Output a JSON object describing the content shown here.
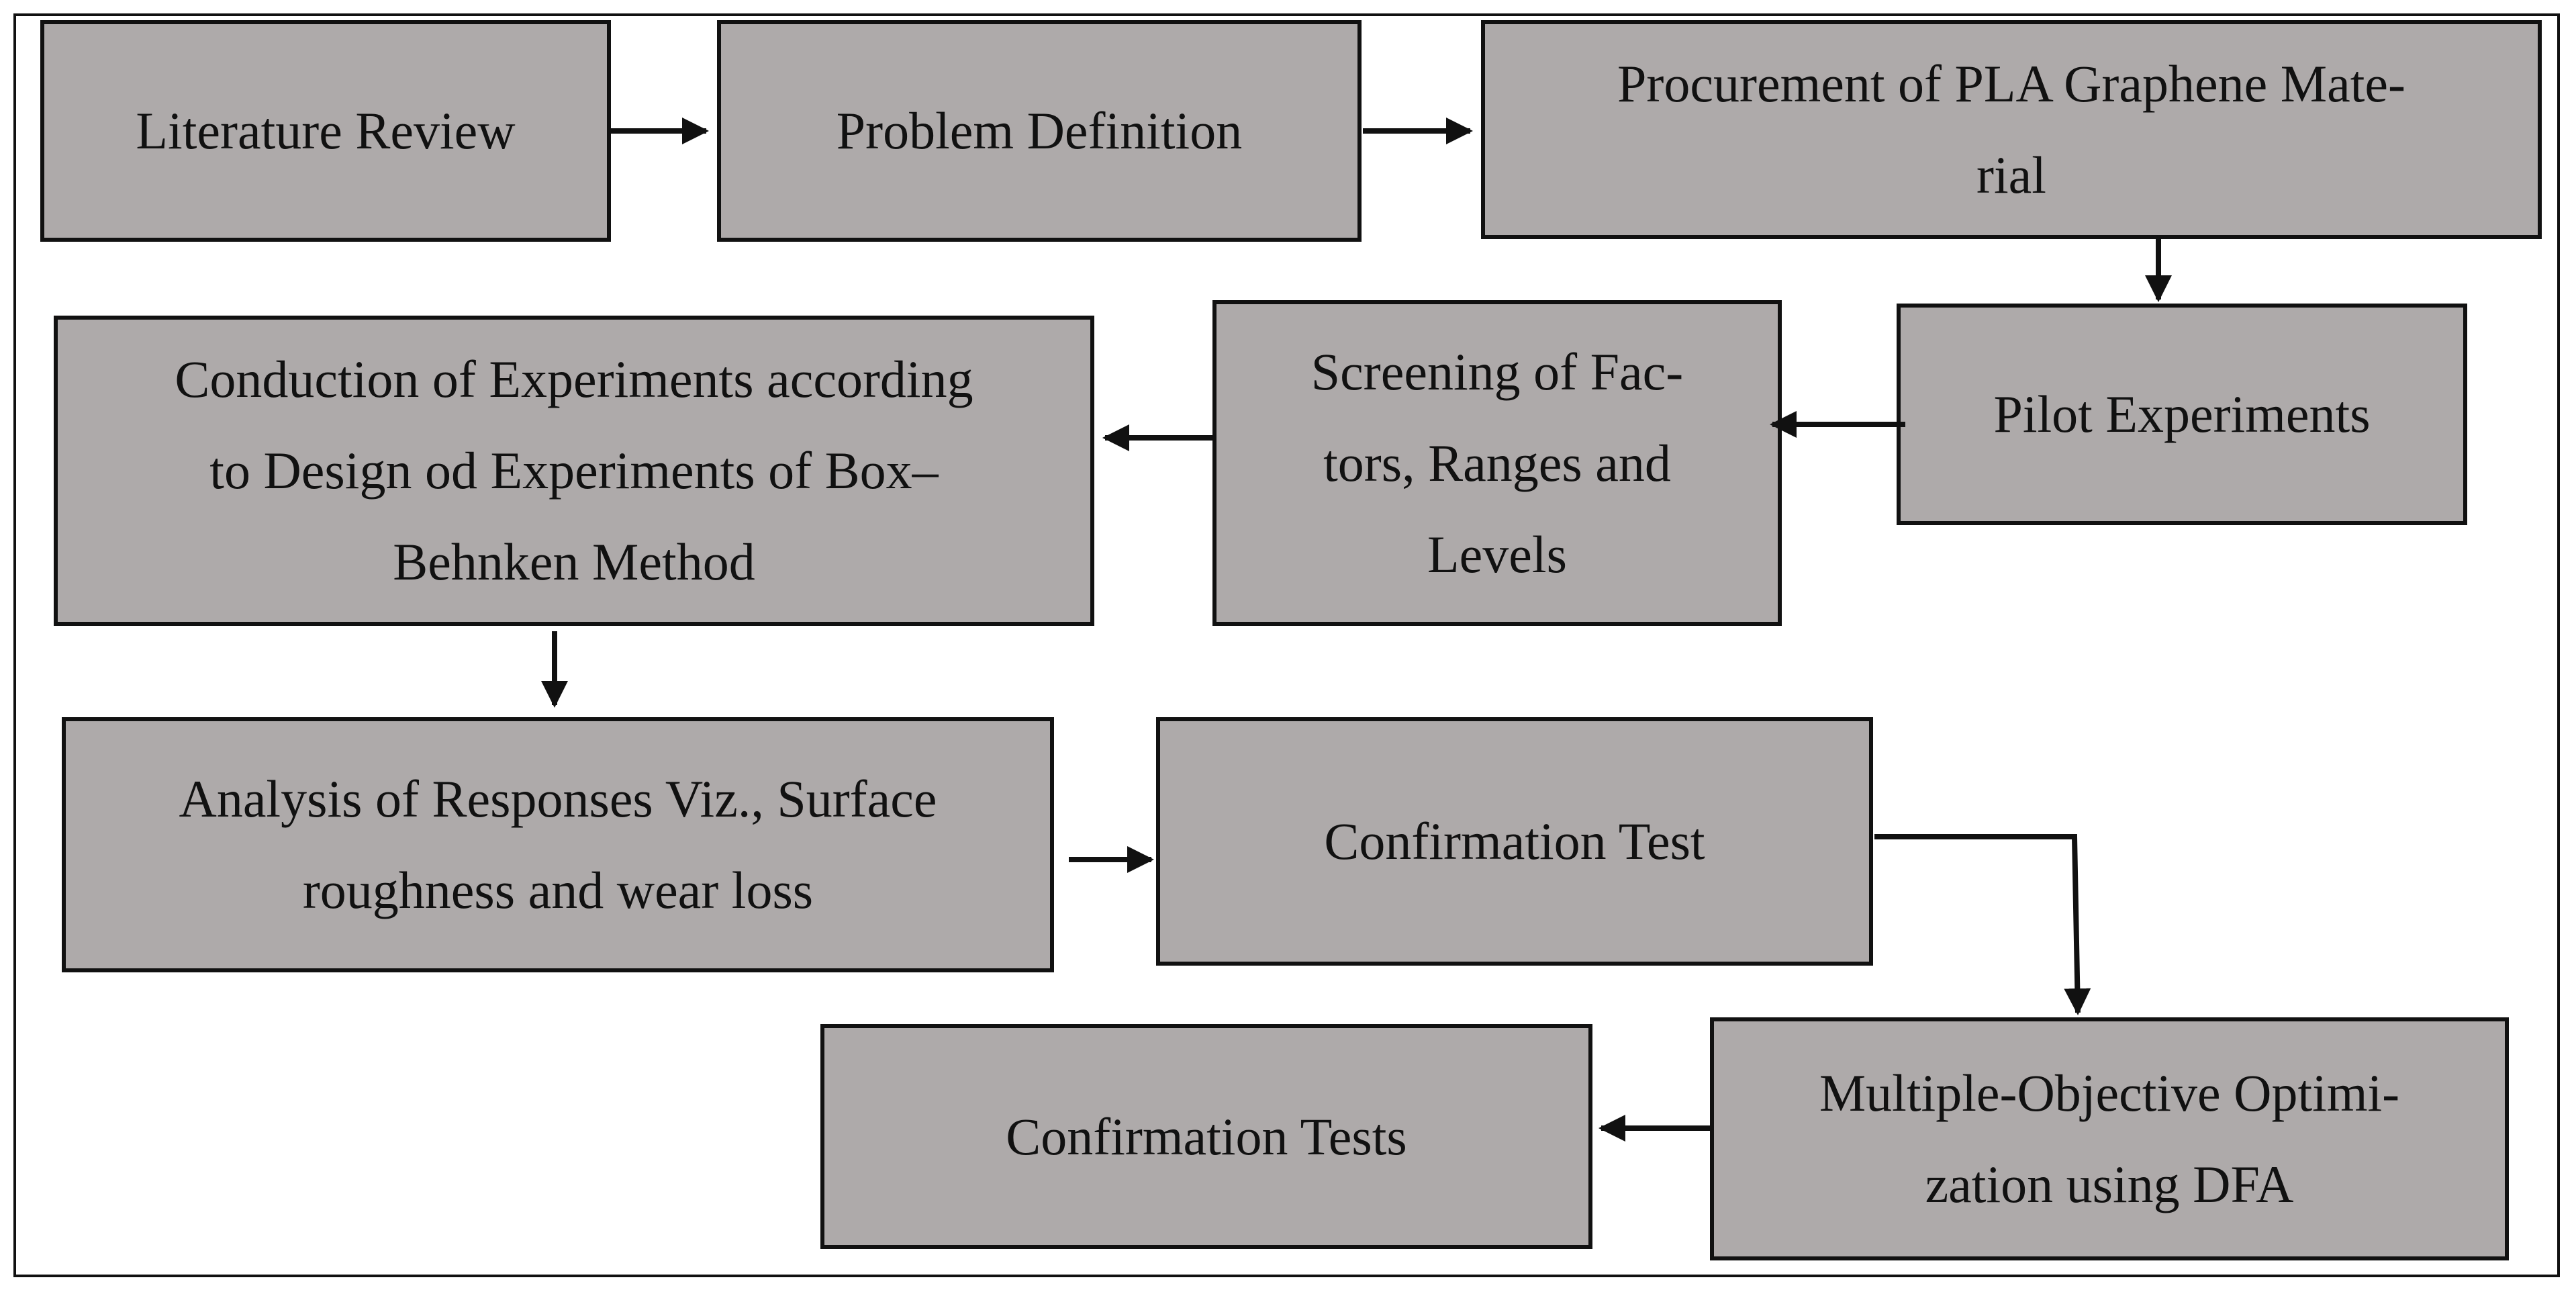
{
  "steps": [
    {
      "id": "literature-review",
      "lines": [
        "Literature Review"
      ]
    },
    {
      "id": "problem-definition",
      "lines": [
        "Problem Definition"
      ]
    },
    {
      "id": "procurement",
      "lines": [
        "Procurement of PLA Graphene Mate-",
        "rial"
      ]
    },
    {
      "id": "pilot-experiments",
      "lines": [
        "Pilot Experiments"
      ]
    },
    {
      "id": "screening",
      "lines": [
        "Screening of Fac-",
        "tors, Ranges and",
        "Levels"
      ]
    },
    {
      "id": "conduction",
      "lines": [
        "Conduction of Experiments according",
        "to Design od Experiments of Box–",
        "Behnken Method"
      ]
    },
    {
      "id": "analysis",
      "lines": [
        "Analysis of Responses Viz., Surface",
        "roughness and wear loss"
      ]
    },
    {
      "id": "confirmation-test",
      "lines": [
        "Confirmation Test"
      ]
    },
    {
      "id": "multi-objective",
      "lines": [
        "Multiple-Objective Optimi-",
        "zation using DFA"
      ]
    },
    {
      "id": "confirmation-tests",
      "lines": [
        "Confirmation Tests"
      ]
    }
  ],
  "colors": {
    "box_fill": "#aeaaaa",
    "stroke": "#111111"
  }
}
